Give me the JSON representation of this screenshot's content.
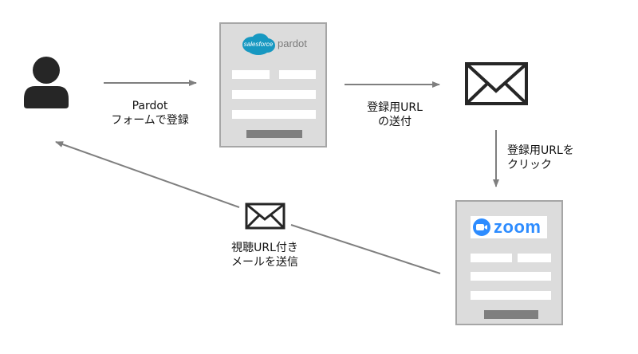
{
  "diagram": {
    "labels": {
      "pardot_register": [
        "Pardot",
        "フォームで登録"
      ],
      "send_reg_url": [
        "登録用URL",
        "の送付"
      ],
      "click_reg_url": [
        "登録用URLを",
        "クリック"
      ],
      "send_viewing_mail": [
        "視聴URL付き",
        "メールを送信"
      ]
    },
    "logos": {
      "salesforce": "salesforce",
      "pardot": "pardot",
      "zoom": "zoom"
    }
  },
  "colors": {
    "arrow": "#7f7f7f",
    "panel_fill": "#dcdcdc",
    "panel_border": "#a6a6a6",
    "submit_button": "#7f7f7f",
    "icon_dark": "#262626",
    "salesforce_blue": "#1798c1",
    "zoom_blue": "#2d8cff"
  }
}
